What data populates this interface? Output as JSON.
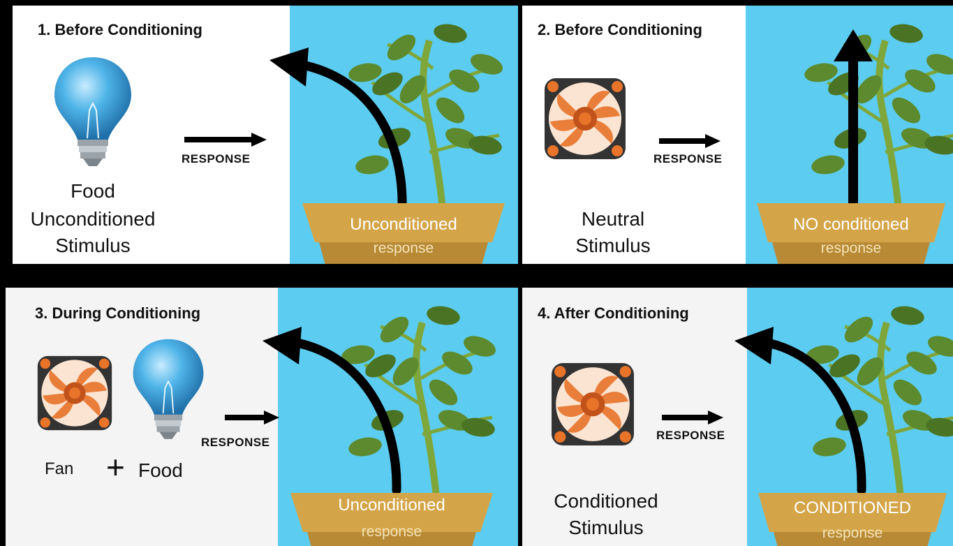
{
  "panels": [
    {
      "title": "1. Before Conditioning",
      "response": "RESPONSE",
      "stimulus_lines": [
        "Food",
        "Unconditioned",
        "Stimulus"
      ],
      "pot_line1": "Unconditioned",
      "pot_line2": "response",
      "arrow": "curved"
    },
    {
      "title": "2. Before Conditioning",
      "response": "RESPONSE",
      "stimulus_lines": [
        "Neutral",
        "Stimulus"
      ],
      "pot_line1": "NO conditioned",
      "pot_line2": "response",
      "arrow": "straight"
    },
    {
      "title": "3. During Conditioning",
      "response": "RESPONSE",
      "fan_label": "Fan",
      "plus": "+",
      "food_label": "Food",
      "pot_line1": "Unconditioned",
      "pot_line2": "response",
      "arrow": "curved"
    },
    {
      "title": "4. After Conditioning",
      "response": "RESPONSE",
      "stimulus_lines": [
        "Conditioned",
        "Stimulus"
      ],
      "pot_line1": "CONDITIONED",
      "pot_line2": "response",
      "arrow": "curved"
    }
  ],
  "colors": {
    "sky": "#5ccdf1",
    "pot": "#d4a548",
    "pot_dark": "#b98a36",
    "leaf": "#5d8a2e",
    "fan": "#e8742a",
    "bulb": "#3aa6dc"
  }
}
